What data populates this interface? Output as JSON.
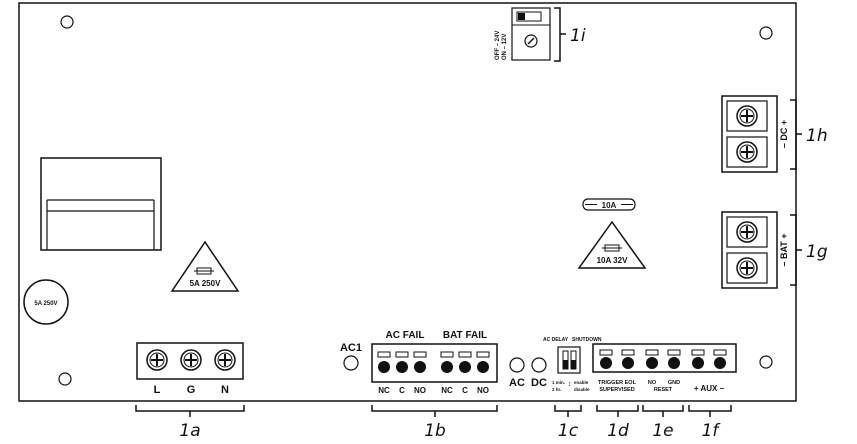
{
  "fuse_main_rating": "5A 250V",
  "fuse_small_label": "5A 250V",
  "fuse_10a_label": "10A",
  "fuse_10a_rating": "10A 32V",
  "ac1_label": "AC1",
  "ac_fail_label": "AC FAIL",
  "bat_fail_label": "BAT FAIL",
  "relay_contacts": [
    "NC",
    "C",
    "NO",
    "NC",
    "C",
    "NO"
  ],
  "ac_label": "AC",
  "dc_label": "DC",
  "power_terminals": [
    "L",
    "G",
    "N"
  ],
  "ac_delay_label": "AC DELAY",
  "shutdown_label": "SHUTDOWN",
  "dip_time_1": "1 min.",
  "dip_time_2": "2 hr.",
  "dip_enable": "enable",
  "dip_disable": "disable",
  "trigger_label_1": "TRIGGER EOL",
  "trigger_label_2": "SUPERVISED",
  "reset_label_1": "NO",
  "reset_label_2": "GND",
  "reset_label_3": "RESET",
  "aux_label": "+ AUX –",
  "voltage_off": "OFF – 24V",
  "voltage_on": "ON – 12V",
  "dc_terminal_label": "– DC +",
  "bat_terminal_label": "– BAT +",
  "callouts": {
    "a": "1a",
    "b": "1b",
    "c": "1c",
    "d": "1d",
    "e": "1e",
    "f": "1f",
    "g": "1g",
    "h": "1h",
    "i": "1i"
  }
}
